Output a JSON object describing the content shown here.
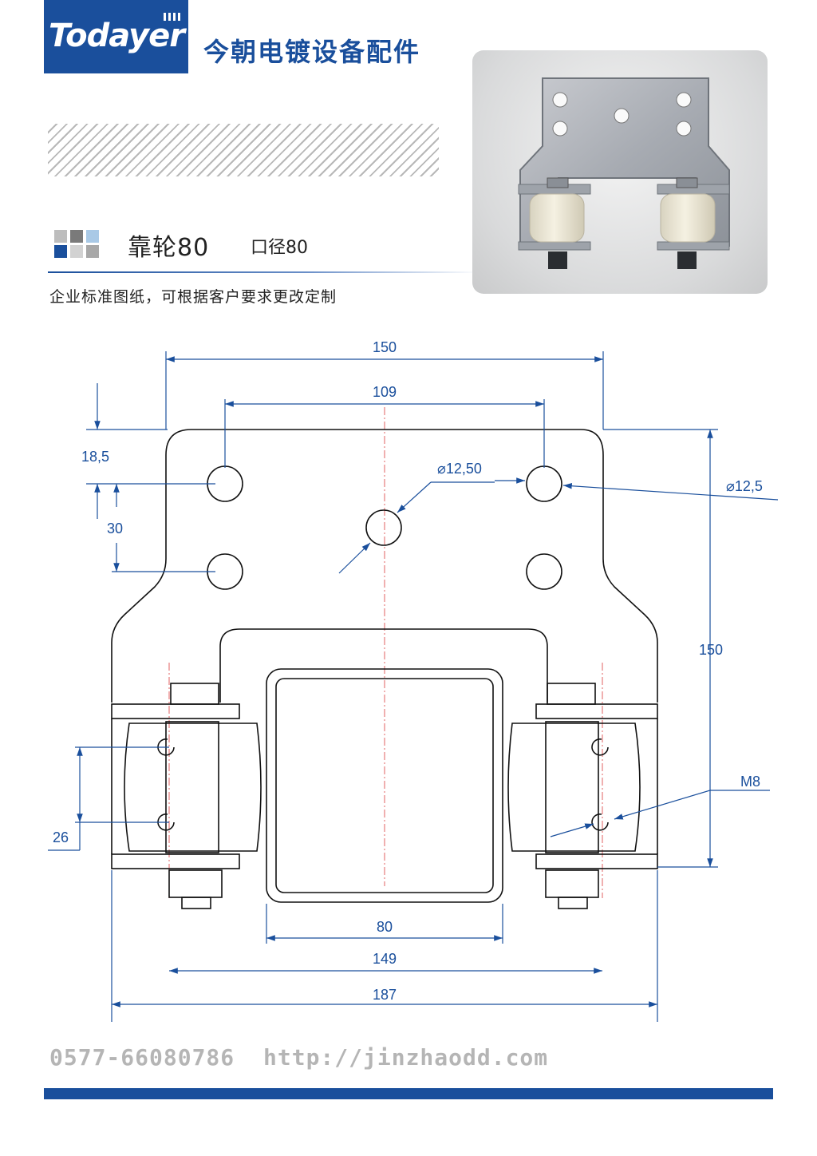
{
  "header": {
    "logo_text": "Todayer",
    "brand_name": "今朝电镀设备配件"
  },
  "product": {
    "title": "靠轮80",
    "subtitle": "口径80",
    "note": "企业标准图纸，可根据客户要求更改定制"
  },
  "drawing": {
    "dim_top_width": "150",
    "dim_hole_spacing": "109",
    "dim_top_offset": "18,5",
    "dim_hole_pitch": "30",
    "dim_center_hole": "⌀12,50",
    "dim_side_hole": "⌀12,5",
    "dim_height": "150",
    "dim_bolt": "M8",
    "dim_roller_pitch": "26",
    "dim_opening": "80",
    "dim_wheel_centers": "149",
    "dim_overall_width": "187"
  },
  "footer": {
    "phone": "0577-66080786",
    "url": "http://jinzhaodd.com"
  },
  "colors": {
    "brand_blue": "#1a4f9c",
    "dimension_blue": "#1a4f9c",
    "footer_gray": "#b5b5b5"
  }
}
